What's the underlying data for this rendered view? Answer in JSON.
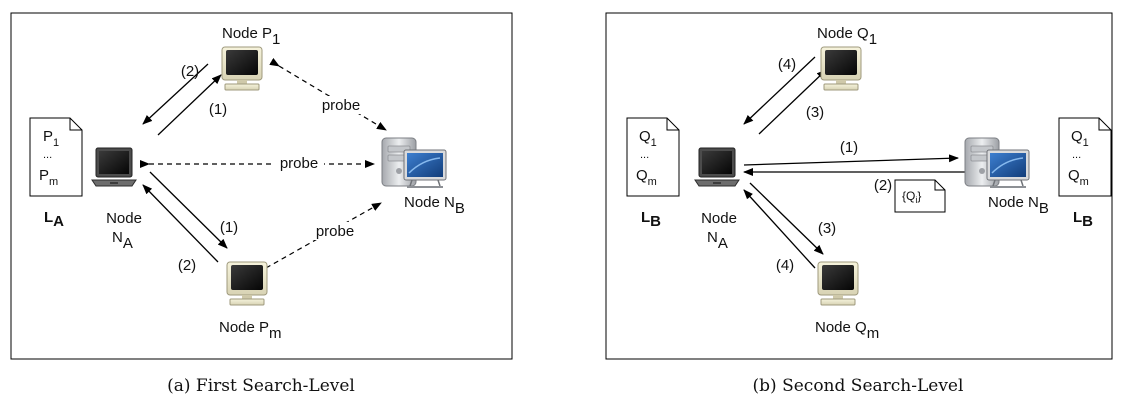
{
  "panel_a": {
    "node_p1": {
      "base": "Node P",
      "sub": "1"
    },
    "node_pm": {
      "base": "Node P",
      "sub": "m"
    },
    "node_na": {
      "line1": "Node",
      "base": "N",
      "sub": "A"
    },
    "node_nb": {
      "base": "Node N",
      "sub": "B"
    },
    "list_label": {
      "base": "L",
      "sub": "A"
    },
    "doc": {
      "first": {
        "base": "P",
        "sub": "1"
      },
      "dots": "...",
      "last": {
        "base": "P",
        "sub": "m"
      }
    },
    "probe_label": "probe",
    "step_1": "(1)",
    "step_2": "(2)",
    "caption": "(a)  First Search-Level"
  },
  "panel_b": {
    "node_q1": {
      "base": "Node Q",
      "sub": "1"
    },
    "node_qm": {
      "base": "Node Q",
      "sub": "m"
    },
    "node_na": {
      "line1": "Node",
      "base": "N",
      "sub": "A"
    },
    "node_nb": {
      "base": "Node N",
      "sub": "B"
    },
    "list_label": {
      "base": "L",
      "sub": "B"
    },
    "doc": {
      "first": {
        "base": "Q",
        "sub": "1"
      },
      "dots": "...",
      "last": {
        "base": "Q",
        "sub": "m"
      }
    },
    "reply_doc": {
      "base": "{Q",
      "sub": "i",
      "suffix": "}"
    },
    "step_1": "(1)",
    "step_2": "(2)",
    "step_3": "(3)",
    "step_4": "(4)",
    "caption": "(b)  Second Search-Level"
  }
}
